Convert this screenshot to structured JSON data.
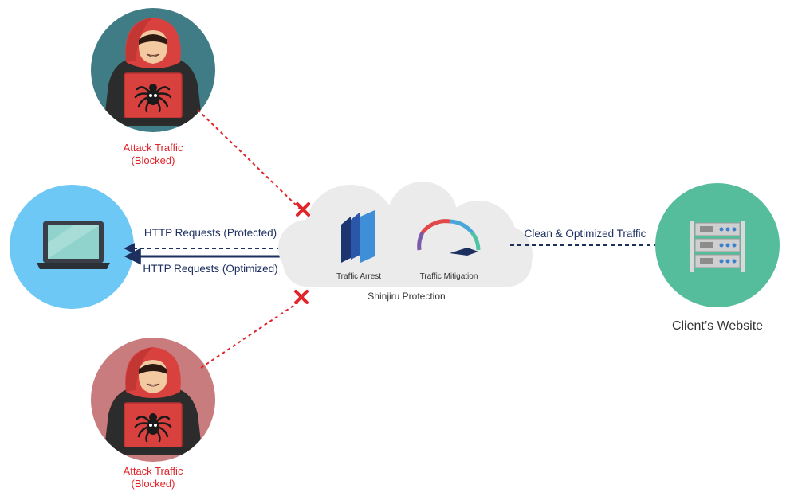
{
  "colors": {
    "attack_red": "#e0252b",
    "navy": "#1c2f5e",
    "cloud": "#ebebeb",
    "laptop_circle": "#6ec8f5",
    "website_circle": "#55bd9c",
    "hacker_top_circle": "#3f7c86",
    "hacker_bottom_circle": "#c97c7e",
    "hood_red": "#d9413f",
    "gauge_purple": "#7a5aa8",
    "gauge_red": "#e2474a",
    "gauge_blue": "#4aa6d8",
    "gauge_green": "#4fc3a4"
  },
  "icons": {
    "hacker": "hooded-hacker-icon",
    "laptop": "laptop-icon",
    "server": "server-rack-icon",
    "firewall": "traffic-arrest-icon",
    "gauge": "speedometer-icon",
    "blocked": "red-cross-icon"
  },
  "top_attacker": {
    "label_line1": "Attack Traffic",
    "label_line2": "(Blocked)"
  },
  "bottom_attacker": {
    "label_line1": "Attack Traffic",
    "label_line2": "(Blocked)"
  },
  "client_device": {
    "request_label": "HTTP Requests (Protected)",
    "response_label": "HTTP Requests (Optimized)"
  },
  "protection": {
    "title": "Shinjiru Protection",
    "arrest_label": "Traffic Arrest",
    "mitigation_label": "Traffic Mitigation"
  },
  "website": {
    "traffic_label": "Clean & Optimized Traffic",
    "title": "Client’s Website"
  }
}
